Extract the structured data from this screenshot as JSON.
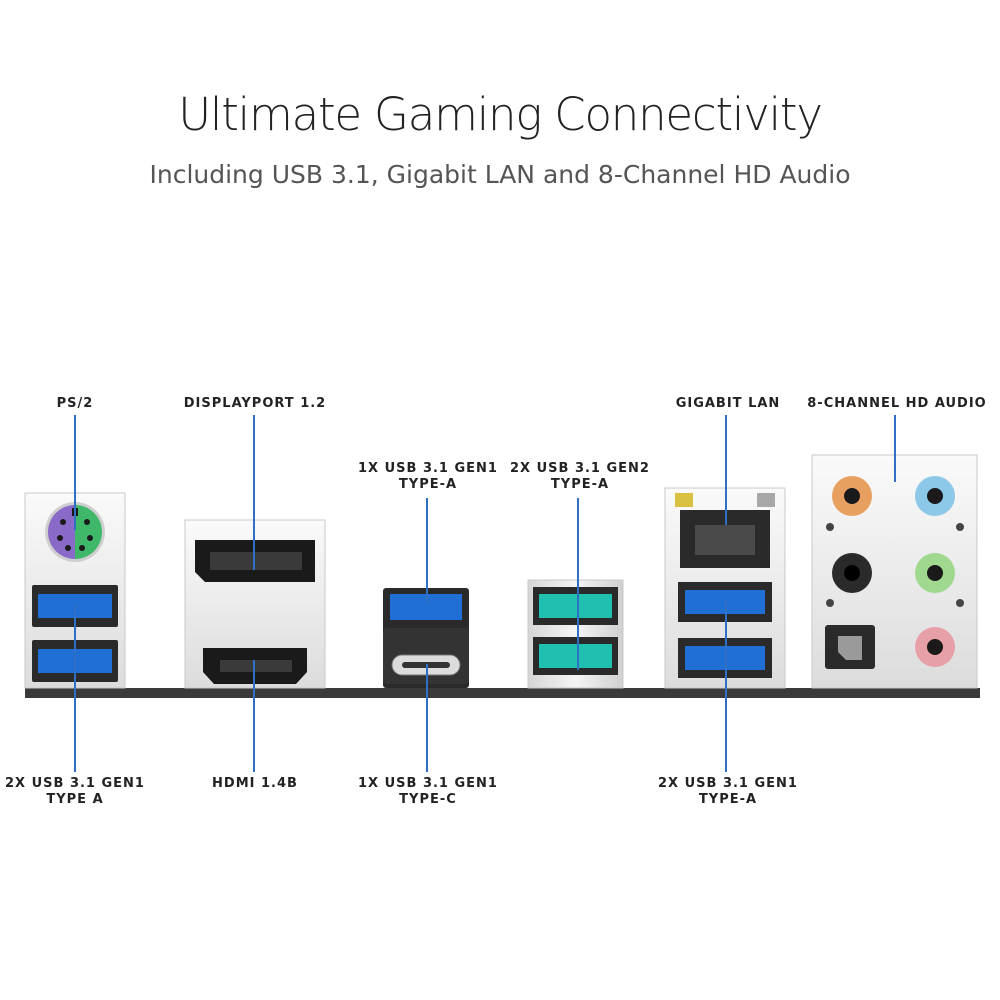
{
  "header": {
    "title": "Ultimate Gaming Connectivity",
    "subtitle": "Including USB 3.1, Gigabit LAN and 8-Channel HD Audio"
  },
  "labels": {
    "ps2": "PS/2",
    "displayport": "DISPLAYPORT 1.2",
    "usb_gen1_a_top": {
      "line1": "1X USB 3.1 GEN1",
      "line2": "TYPE-A"
    },
    "usb_gen2_a_top": {
      "line1": "2X USB 3.1 GEN2",
      "line2": "TYPE-A"
    },
    "gigabit_lan": "GIGABIT LAN",
    "hd_audio": "8-CHANNEL HD AUDIO",
    "usb_gen1_a_left": {
      "line1": "2X USB 3.1 GEN1",
      "line2": "TYPE A"
    },
    "hdmi": "HDMI 1.4B",
    "usb_gen1_c": {
      "line1": "1X USB 3.1 GEN1",
      "line2": "TYPE-C"
    },
    "usb_gen1_a_right": {
      "line1": "2X USB 3.1 GEN1",
      "line2": "TYPE-A"
    }
  },
  "colors": {
    "leader_line": "#2f6fc4",
    "usb_gen1": "#1f6fd6",
    "usb_gen2": "#20c0b0",
    "ps2_purple": "#8a6ac8",
    "ps2_green": "#3fb86a",
    "audio_orange": "#e8a060",
    "audio_blue": "#8cc8e8",
    "audio_black": "#2a2a2a",
    "audio_green": "#a0d890",
    "audio_pink": "#e8a0a8"
  }
}
